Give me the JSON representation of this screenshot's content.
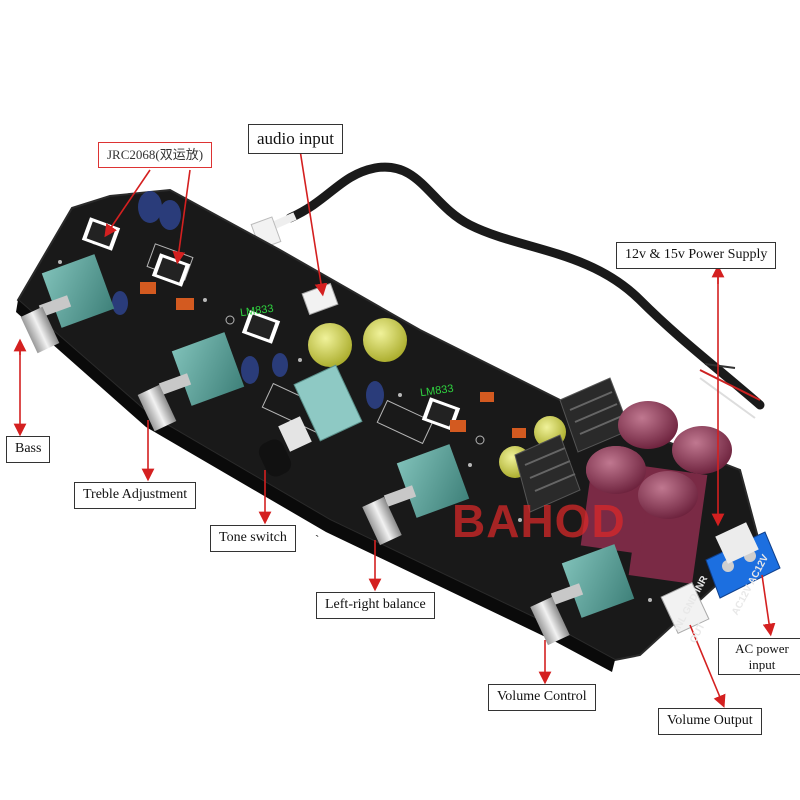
{
  "product_photo": {
    "watermark": "BAHOD",
    "chip_markings": [
      "LM833",
      "LM833"
    ],
    "port_markings": {
      "output": "INL GND INR",
      "output_sub": "OUT",
      "power": "AC12V AC12V"
    }
  },
  "labels": {
    "chip": "JRC2068(双运放)",
    "audio_input": "audio input",
    "power_supply": "12v & 15v Power Supply",
    "bass": "Bass",
    "treble": "Treble Adjustment",
    "tone_switch": "Tone switch",
    "balance": "Left-right balance",
    "volume_control": "Volume Control",
    "ac_power": "AC power input",
    "volume_output": "Volume Output",
    "stray_mark": "`"
  },
  "colors": {
    "pcb": "#161616",
    "pot_body": "#5fa7a0",
    "cap_yellow": "#cfd24a",
    "cap_maroon": "#8e3350",
    "terminal_blue": "#1c6fe0",
    "arrow_red": "#d42020"
  }
}
